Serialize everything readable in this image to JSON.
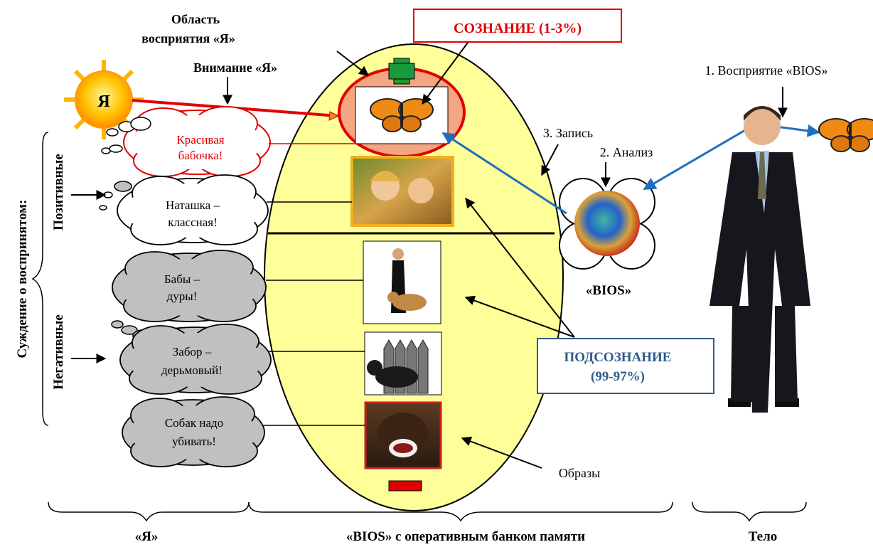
{
  "labels": {
    "area_line1": "Область",
    "area_line2": "восприятия «Я»",
    "attention": "Внимание «Я»",
    "self_sun": "Я",
    "consciousness": "СОЗНАНИЕ (1-3%)",
    "subconscious_line1": "ПОДСОЗНАНИЕ",
    "subconscious_line2": "(99-97%)",
    "perception_bios": "1. Восприятие «BIOS»",
    "analysis": "2. Анализ",
    "record": "3. Запись",
    "bios": "«BIOS»",
    "images": "Образы",
    "judgement": "Суждение о воспринятом:",
    "positive": "Позитивные",
    "negative": "Негативные",
    "plus_sign": "+",
    "minus_sign": "−"
  },
  "thoughts": {
    "butterfly_1": "Красивая",
    "butterfly_2": "бабочка!",
    "girl_1": "Наташка –",
    "girl_2": "классная!",
    "women_1": "Бабы –",
    "women_2": "дуры!",
    "fence_1": "Забор –",
    "fence_2": "дерьмовый!",
    "dogs_1": "Собак надо",
    "dogs_2": "убивать!"
  },
  "brackets": {
    "self": "«Я»",
    "bios_memory": "«BIOS» с оперативным банком памяти",
    "body": "Тело"
  },
  "colors": {
    "ellipse": "#ffff99",
    "consciousness_zone": "#f4a582",
    "consciousness_text": "#e00000",
    "subconscious_text": "#2e5a8a",
    "arrow_red": "#e00000",
    "arrow_blue": "#1f6fc0",
    "cloud_gray": "#c0c0c0",
    "plus": "#1a9a3a",
    "minus": "#e00000"
  }
}
